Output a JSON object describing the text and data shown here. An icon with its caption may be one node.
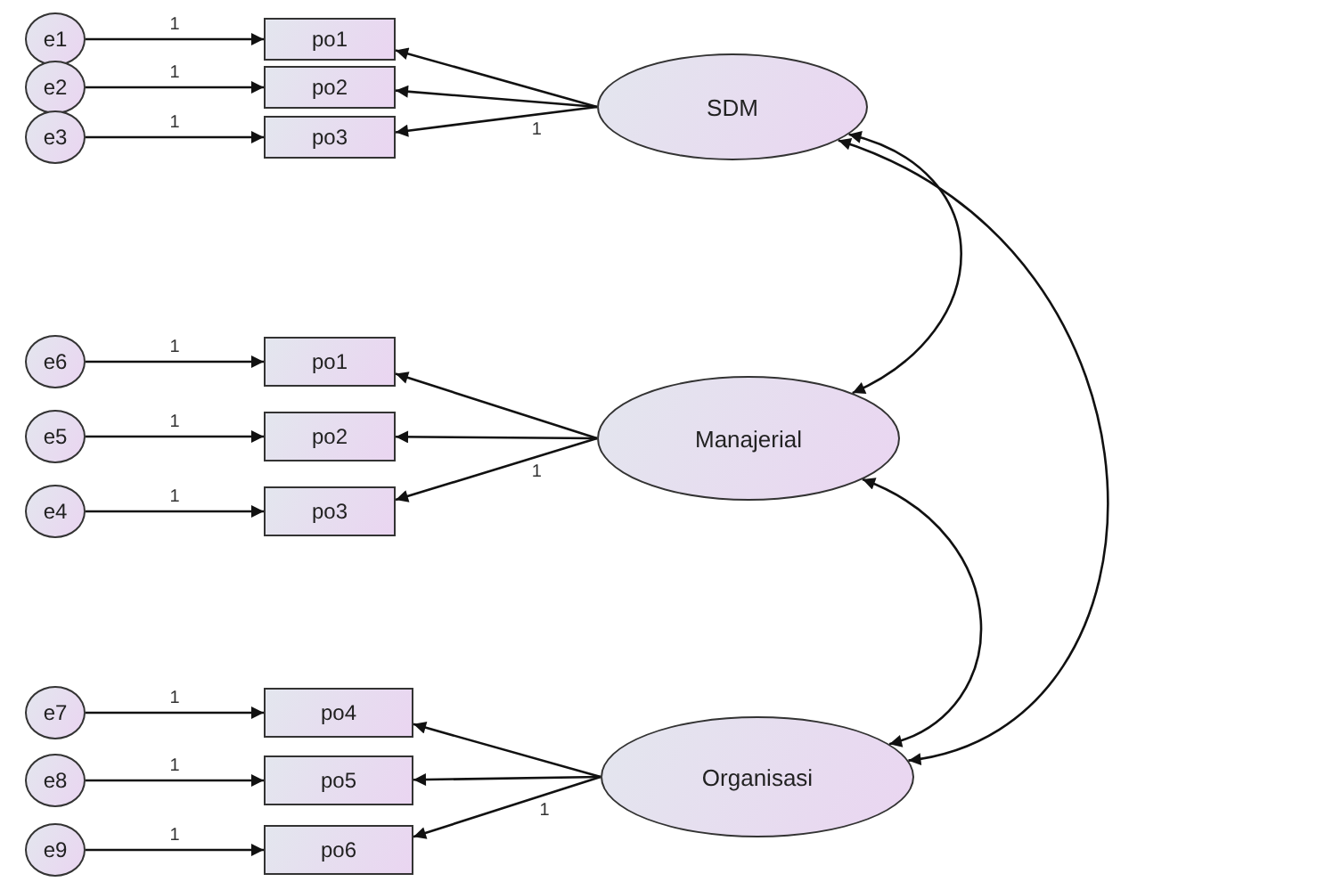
{
  "diagram": {
    "nodes": [
      {
        "text": [
          "e1"
        ]
      },
      {
        "text": [
          "e2"
        ]
      },
      {
        "text": [
          "e3"
        ]
      },
      {
        "text": [
          "po1"
        ]
      },
      {
        "text": [
          "po2"
        ]
      },
      {
        "text": [
          "po3"
        ]
      },
      {
        "text": [
          "SDM"
        ]
      },
      {
        "text": [
          "e6"
        ]
      },
      {
        "text": [
          "e5"
        ]
      },
      {
        "text": [
          "e4"
        ]
      },
      {
        "text": [
          "po1"
        ]
      },
      {
        "text": [
          "po2"
        ]
      },
      {
        "text": [
          "po3"
        ]
      },
      {
        "text": [
          "Manajerial"
        ]
      },
      {
        "text": [
          "e7"
        ]
      },
      {
        "text": [
          "e8"
        ]
      },
      {
        "text": [
          "e9"
        ]
      },
      {
        "text": [
          "po4"
        ]
      },
      {
        "text": [
          "po5"
        ]
      },
      {
        "text": [
          "po6"
        ]
      },
      {
        "text": [
          "Organisasi"
        ]
      }
    ],
    "edges": [
      {
        "from": 0,
        "to": 3,
        "arrow": "to",
        "label": "1"
      },
      {
        "from": 1,
        "to": 4,
        "arrow": "to",
        "label": "1"
      },
      {
        "from": 2,
        "to": 5,
        "arrow": "to",
        "label": "1"
      },
      {
        "from": 6,
        "to": 3,
        "arrow": "to"
      },
      {
        "from": 6,
        "to": 4,
        "arrow": "to"
      },
      {
        "from": 6,
        "to": 5,
        "arrow": "to",
        "label": "1"
      },
      {
        "from": 7,
        "to": 10,
        "arrow": "to",
        "label": "1"
      },
      {
        "from": 8,
        "to": 11,
        "arrow": "to",
        "label": "1"
      },
      {
        "from": 9,
        "to": 12,
        "arrow": "to",
        "label": "1"
      },
      {
        "from": 13,
        "to": 10,
        "arrow": "to"
      },
      {
        "from": 13,
        "to": 11,
        "arrow": "to"
      },
      {
        "from": 13,
        "to": 12,
        "arrow": "to",
        "label": "1"
      },
      {
        "from": 14,
        "to": 17,
        "arrow": "to",
        "label": "1"
      },
      {
        "from": 15,
        "to": 18,
        "arrow": "to",
        "label": "1"
      },
      {
        "from": 16,
        "to": 19,
        "arrow": "to",
        "label": "1"
      },
      {
        "from": 20,
        "to": 17,
        "arrow": "to"
      },
      {
        "from": 20,
        "to": 18,
        "arrow": "to"
      },
      {
        "from": 20,
        "to": 19,
        "arrow": "to",
        "label": "1"
      },
      {
        "from": 6,
        "to": 13,
        "arrow": "both"
      },
      {
        "from": 13,
        "to": 20,
        "arrow": "both"
      },
      {
        "from": 6,
        "to": 20,
        "arrow": "both"
      }
    ]
  }
}
